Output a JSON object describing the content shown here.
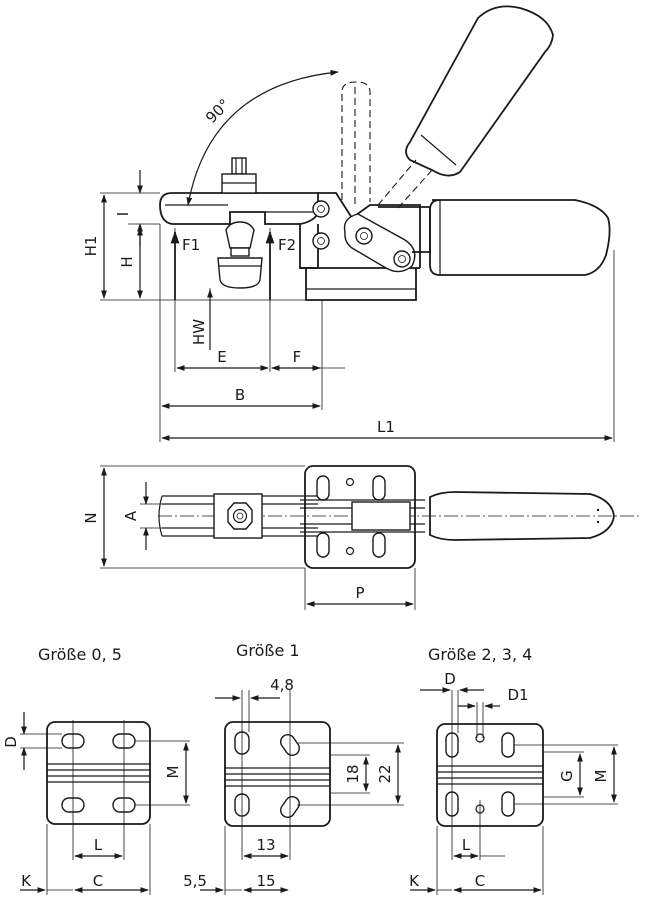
{
  "side_view": {
    "angle": "90°",
    "labels": {
      "I": "I",
      "H1": "H1",
      "H": "H",
      "F1": "F1",
      "F2": "F2",
      "HW": "HW",
      "E": "E",
      "F": "F",
      "B": "B",
      "L1": "L1"
    }
  },
  "top_view": {
    "labels": {
      "N": "N",
      "A": "A",
      "P": "P"
    }
  },
  "variants": [
    {
      "title": "Größe 0, 5",
      "labels": {
        "D": "D",
        "M": "M",
        "L": "L",
        "K": "K",
        "C": "C"
      }
    },
    {
      "title": "Größe 1",
      "labels": {
        "w48": "4,8",
        "d18": "18",
        "d22": "22",
        "d13": "13",
        "d55": "5,5",
        "d15": "15"
      }
    },
    {
      "title": "Größe 2, 3, 4",
      "labels": {
        "D": "D",
        "D1": "D1",
        "G": "G",
        "M": "M",
        "L": "L",
        "K": "K",
        "C": "C"
      }
    }
  ]
}
